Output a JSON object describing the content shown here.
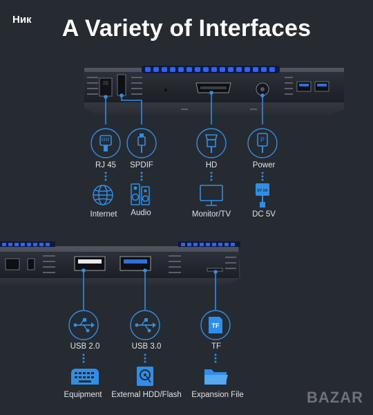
{
  "watermark_top": "Ник",
  "title": "A Variety of Interfaces",
  "top_ports": [
    {
      "port": "RJ 45",
      "device": "Internet"
    },
    {
      "port": "SPDIF",
      "device": "Audio"
    },
    {
      "port": "HD",
      "device": "Monitor/TV"
    },
    {
      "port": "Power",
      "device": "DC 5V"
    }
  ],
  "bottom_ports": [
    {
      "port": "USB 2.0",
      "device": "Equipment"
    },
    {
      "port": "USB 3.0",
      "device": "External HDD/Flash"
    },
    {
      "port": "TF",
      "device": "Expansion File"
    }
  ],
  "icon_text": {
    "power_plug": "P",
    "dc_badge": "5V 2A",
    "tf_card": "TF"
  },
  "watermark_bottom": "BAZAR",
  "colors": {
    "background": "#262a31",
    "accent_blue": "#2f8fe8",
    "device_body": "#3c4049",
    "led_blue": "#2c63ff"
  },
  "icons": [
    "ethernet-icon",
    "spdif-icon",
    "hdmi-icon",
    "power-plug-icon",
    "globe-icon",
    "speaker-icon",
    "monitor-icon",
    "dc-adapter-icon",
    "usb-icon",
    "tf-card-icon",
    "keyboard-icon",
    "hdd-icon",
    "folder-icon"
  ]
}
